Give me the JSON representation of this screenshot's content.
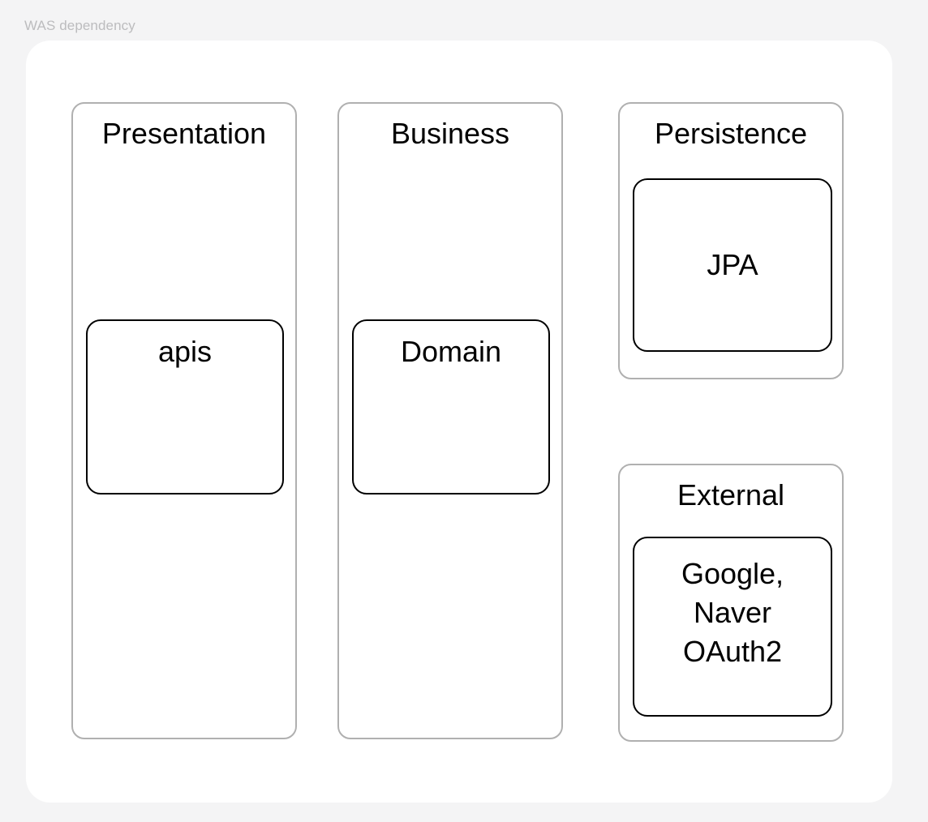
{
  "diagram": {
    "title": "WAS dependency",
    "background_color": "#f4f4f5",
    "card_color": "#ffffff",
    "group_border_color": "#b0b0b0",
    "node_border_color": "#000000",
    "title_color": "#bcbcbe",
    "groups": [
      {
        "id": "presentation",
        "label": "Presentation",
        "nodes": [
          {
            "id": "apis",
            "label": "apis",
            "label_align": "top"
          }
        ]
      },
      {
        "id": "business",
        "label": "Business",
        "nodes": [
          {
            "id": "domain",
            "label": "Domain",
            "label_align": "top"
          }
        ]
      },
      {
        "id": "persistence",
        "label": "Persistence",
        "nodes": [
          {
            "id": "jpa",
            "label": "JPA",
            "label_align": "middle"
          }
        ]
      },
      {
        "id": "external",
        "label": "External",
        "nodes": [
          {
            "id": "oauth",
            "label_lines": [
              "Google,",
              "Naver",
              "OAuth2"
            ],
            "label_align": "top"
          }
        ]
      }
    ]
  }
}
